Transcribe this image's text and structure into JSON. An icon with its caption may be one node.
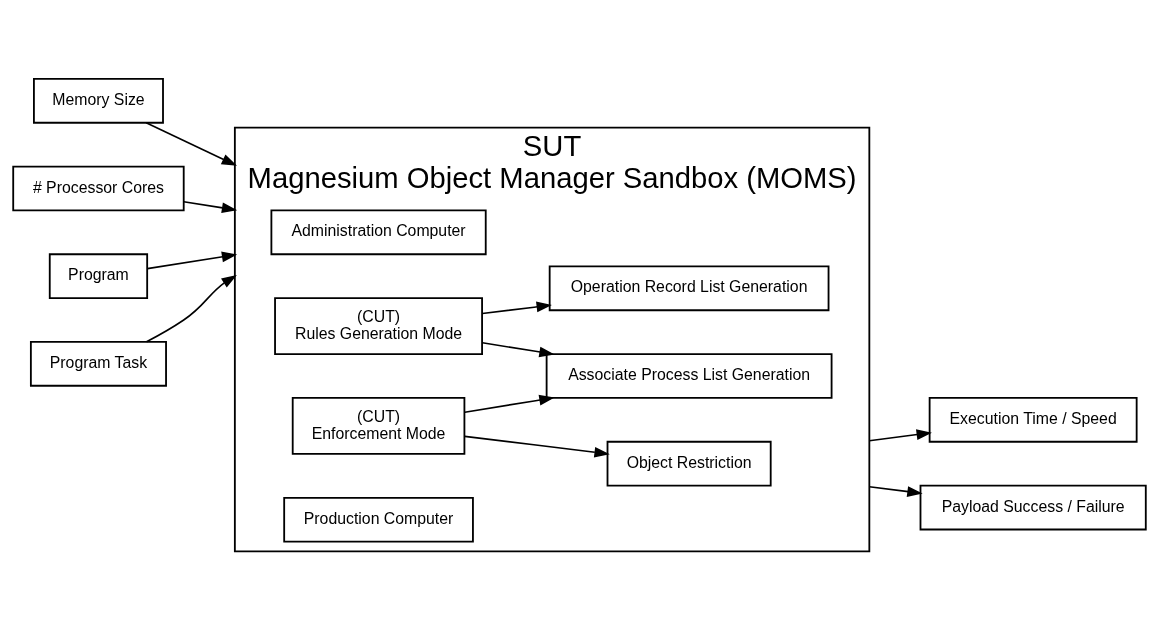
{
  "diagram": {
    "nodes": [
      {
        "text": [
          "SUT",
          "Magnesium Object Manager Sandbox (MOMS)"
        ]
      },
      {
        "text": [
          "Memory Size"
        ]
      },
      {
        "text": [
          "# Processor Cores"
        ]
      },
      {
        "text": [
          "Program"
        ]
      },
      {
        "text": [
          "Program Task"
        ]
      },
      {
        "text": [
          "Administration Computer"
        ],
        "in": 0
      },
      {
        "text": [
          "(CUT)",
          "Rules Generation Mode"
        ],
        "in": 0
      },
      {
        "text": [
          "(CUT)",
          "Enforcement Mode"
        ],
        "in": 0
      },
      {
        "text": [
          "Production Computer"
        ],
        "in": 0
      },
      {
        "text": [
          "Operation Record List Generation"
        ],
        "in": 0
      },
      {
        "text": [
          "Associate Process List Generation"
        ],
        "in": 0
      },
      {
        "text": [
          "Object Restriction"
        ],
        "in": 0
      },
      {
        "text": [
          "Execution Time / Speed"
        ]
      },
      {
        "text": [
          "Payload Success / Failure"
        ]
      }
    ],
    "edges": [
      {
        "from": 1,
        "to": 0,
        "arrow": "to"
      },
      {
        "from": 2,
        "to": 0,
        "arrow": "to"
      },
      {
        "from": 3,
        "to": 0,
        "arrow": "to"
      },
      {
        "from": 4,
        "to": 0,
        "arrow": "to"
      },
      {
        "from": 0,
        "to": 12,
        "arrow": "to"
      },
      {
        "from": 0,
        "to": 13,
        "arrow": "to"
      },
      {
        "from": 6,
        "to": 9,
        "arrow": "to"
      },
      {
        "from": 6,
        "to": 10,
        "arrow": "to"
      },
      {
        "from": 7,
        "to": 10,
        "arrow": "to"
      },
      {
        "from": 7,
        "to": 11,
        "arrow": "to"
      }
    ]
  }
}
